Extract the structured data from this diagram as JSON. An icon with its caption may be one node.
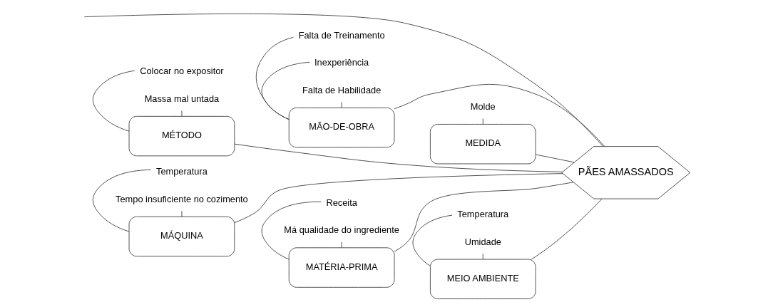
{
  "diagram": {
    "nodes": [
      {
        "text": [
          "MÁQUINA"
        ]
      },
      {
        "text": [
          "MÃO-DE-OBRA"
        ]
      },
      {
        "text": [
          "MEDIDA"
        ]
      },
      {
        "text": [
          "Temperatura"
        ]
      },
      {
        "text": [
          "Tempo insuficiente no cozimento"
        ]
      },
      {
        "text": [
          "Falta de Treinamento"
        ]
      },
      {
        "text": [
          "Inexperiência"
        ]
      },
      {
        "text": [
          "Falta de Habilidade"
        ]
      },
      {
        "text": [
          "Molde"
        ]
      },
      {
        "text": [
          "PÃES AMASSADOS"
        ]
      },
      {
        "text": [
          "Colocar no expositor"
        ]
      },
      {
        "text": [
          "Massa mal untada"
        ]
      },
      {
        "text": [
          "Receita"
        ]
      },
      {
        "text": [
          "Má qualidade do ingrediente"
        ]
      },
      {
        "text": [
          "Temperatura"
        ]
      },
      {
        "text": [
          "Umidade"
        ]
      },
      {
        "text": [
          "MÉTODO"
        ]
      },
      {
        "text": [
          "MATÉRIA-PRIMA"
        ]
      },
      {
        "text": [
          "MEIO AMBIENTE"
        ]
      }
    ],
    "edges": [
      {
        "from": null,
        "to": 9,
        "arrow": "none"
      },
      {
        "from": 0,
        "to": 9,
        "arrow": "none"
      },
      {
        "from": 1,
        "to": 9,
        "arrow": "none"
      },
      {
        "from": 2,
        "to": 9,
        "arrow": "none"
      },
      {
        "from": 16,
        "to": 9,
        "arrow": "none"
      },
      {
        "from": 17,
        "to": 9,
        "arrow": "none"
      },
      {
        "from": 18,
        "to": 9,
        "arrow": "none"
      },
      {
        "from": 3,
        "to": 0,
        "arrow": "none"
      },
      {
        "from": 4,
        "to": 0,
        "arrow": "none"
      },
      {
        "from": 5,
        "to": 1,
        "arrow": "none"
      },
      {
        "from": 6,
        "to": 1,
        "arrow": "none"
      },
      {
        "from": 7,
        "to": 1,
        "arrow": "none"
      },
      {
        "from": 8,
        "to": 2,
        "arrow": "none"
      },
      {
        "from": 10,
        "to": 16,
        "arrow": "none"
      },
      {
        "from": 11,
        "to": 16,
        "arrow": "none"
      },
      {
        "from": 12,
        "to": 17,
        "arrow": "none"
      },
      {
        "from": 13,
        "to": 17,
        "arrow": "none"
      },
      {
        "from": 14,
        "to": 18,
        "arrow": "none"
      },
      {
        "from": 15,
        "to": 18,
        "arrow": "none"
      }
    ]
  }
}
